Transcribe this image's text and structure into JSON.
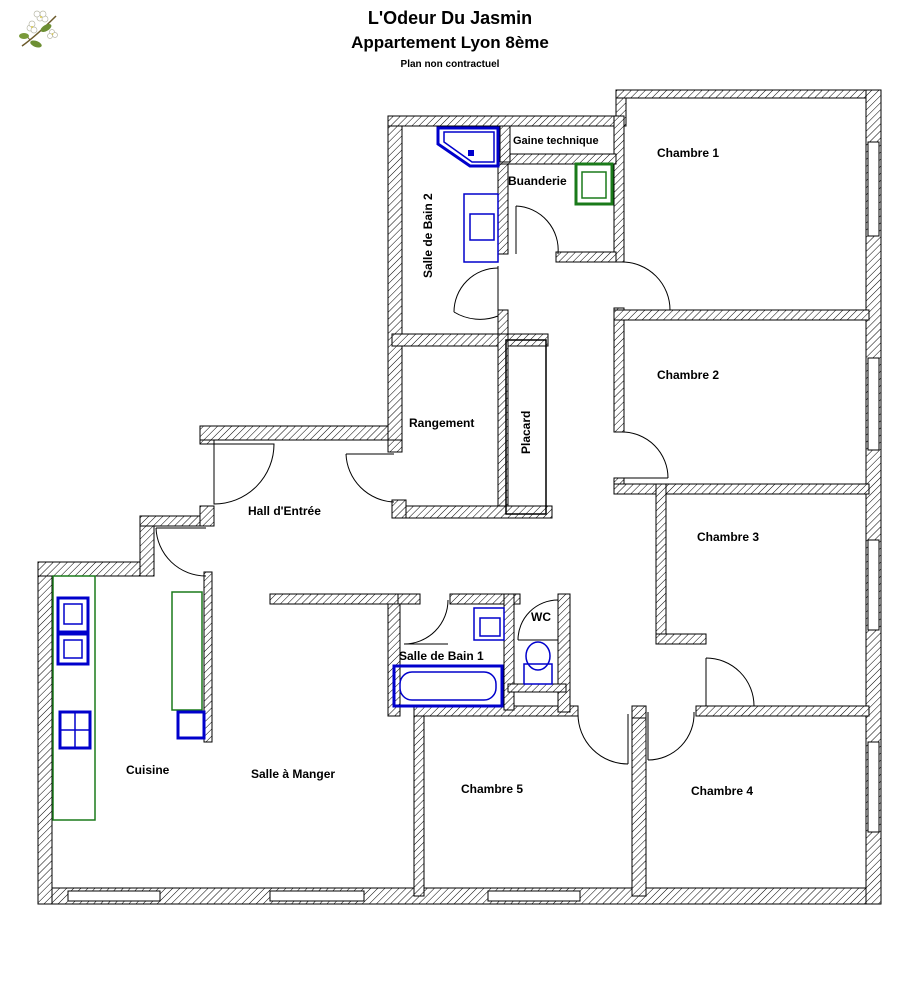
{
  "header": {
    "title": "L'Odeur Du Jasmin",
    "subtitle": "Appartement Lyon 8ème",
    "note": "Plan non contractuel",
    "logo_icon": "jasmine-flower-icon"
  },
  "rooms": {
    "chambre_1": "Chambre 1",
    "chambre_2": "Chambre 2",
    "chambre_3": "Chambre 3",
    "chambre_4": "Chambre 4",
    "chambre_5": "Chambre 5",
    "gaine": "Gaine technique",
    "buanderie": "Buanderie",
    "sdb2": "Salle de Bain 2",
    "rangement": "Rangement",
    "placard": "Placard",
    "hall": "Hall d'Entrée",
    "wc": "WC",
    "sdb1": "Salle de Bain 1",
    "cuisine": "Cuisine",
    "salle_manger": "Salle à Manger"
  },
  "colors": {
    "wall": "#000000",
    "fixture_blue": "#0000cc",
    "fixture_green": "#1a7a1a",
    "background": "#ffffff"
  }
}
